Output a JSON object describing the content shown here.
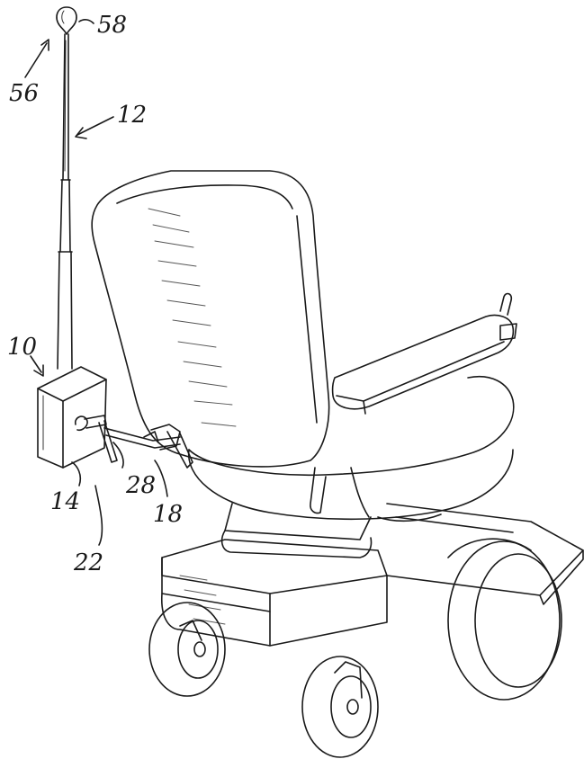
{
  "figure": {
    "reference_numerals": {
      "ref_58": "58",
      "ref_56": "56",
      "ref_12": "12",
      "ref_10": "10",
      "ref_14": "14",
      "ref_28": "28",
      "ref_18": "18",
      "ref_22": "22"
    }
  }
}
